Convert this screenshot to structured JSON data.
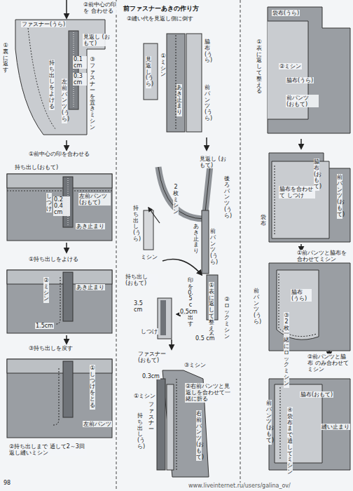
{
  "diagram": {
    "title": "前ファスナーあきの作り方",
    "labels": [
      "②前中心の印を 合わせる",
      "ファスナー(うら)",
      "見返し (おもて)",
      "①裏に返す",
      "0.1 cm",
      "0.3 cm",
      "持ち出しをよける",
      "③ファスナーを置きミシン",
      "左前パンツ(うら)",
      "①前中心の印を合わせる",
      "持ち出し(おもて)",
      "しつけ",
      "0.2 0.4 cm",
      "左前パンツ (おもて)",
      "あき止まり",
      "①持ち出しをよける",
      "②ミシン",
      "あき止まり",
      "1.5cm",
      "③持ち出しを戻す",
      "①しつけをとる",
      "左前パンツ",
      "②持ち出しまで 通して2～3回返し縫いミシン",
      "98",
      "②縫い代を見返し側に倒す",
      "①ミシン",
      "脇布(うら)",
      "見返し(うら)",
      "前パンツ(うら)",
      "あき止まり",
      "見返し (おもて)",
      "後ろパンツ(うら)",
      "2枚ミシン",
      "持ち出し(うら)",
      "前パンツ(うら)",
      "あき止まり",
      "ミシン",
      "持ち出し (おもて)",
      "印を0.5cm出す",
      "①表に返して整える",
      "②ロックミシン",
      "3.5 cm",
      "0.5cm",
      "しつけ",
      "0.5 cm",
      "ファスナー (おもて)",
      "③ミシン",
      "0.3cm",
      "②右前パンツと見返しを合わせて一緒に折る",
      "①ミシン",
      "持ち出し(うら)",
      "ファスナー",
      "右前パンツ(おもて)",
      "袋布(うら)",
      "①表に返して整える",
      "②ミシン",
      "脇布(うら)",
      "前パンツ (おもて)",
      "脇布(おもて)",
      "脇布を合わせて しつけ",
      "前パンツ(おもて)",
      "袋布",
      "①前パンツと脇布を 合わせてミシン",
      "前パンツ(うら)",
      "脇布 (うら)",
      "③2枚一緒にロックミシン",
      "②前パンツと脇布 のみ合わせて ミシン",
      "脇布(おもて)",
      "前パンツ(おもて)",
      "④袋布まで通してミシン",
      "縫い止まり",
      "www.liveinternet.ru/users/galina_ov/"
    ]
  }
}
